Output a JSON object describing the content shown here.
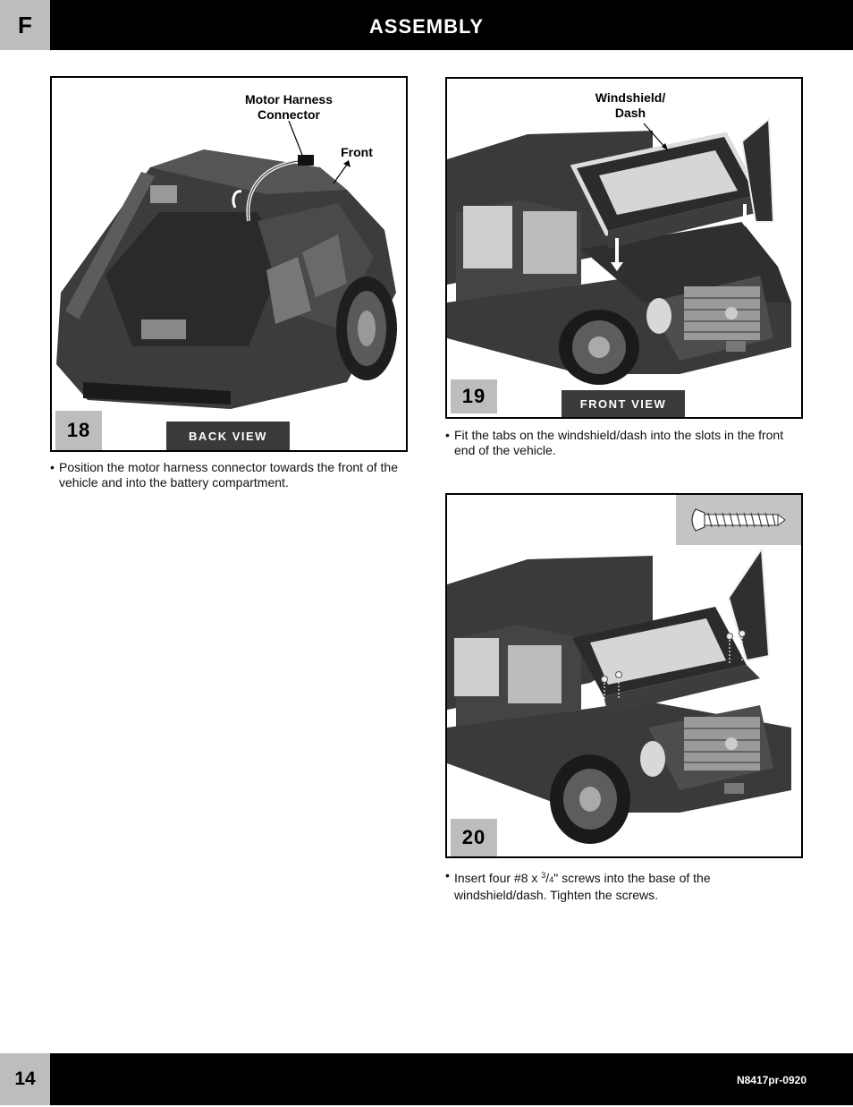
{
  "header": {
    "section": "F",
    "title": "ASSEMBLY"
  },
  "footer": {
    "page_number": "14",
    "doc_code": "N8417pr-0920"
  },
  "steps": [
    {
      "number": "18",
      "view_label": "BACK VIEW",
      "callouts": [
        "Motor Harness\nConnector",
        "Front"
      ],
      "caption": "Position the motor harness connector towards the front of the vehicle and into the battery compartment."
    },
    {
      "number": "19",
      "view_label": "FRONT VIEW",
      "callouts": [
        "Windshield/\nDash"
      ],
      "caption": "Fit the tabs on the windshield/dash into the slots in the front end of the vehicle."
    },
    {
      "number": "20",
      "caption_pre": "Insert four #8 x ",
      "caption_num": "3",
      "caption_den": "4",
      "caption_post": "\" screws into the base of the windshield/dash. Tighten the screws.",
      "screw_icon": "screw-icon"
    }
  ],
  "bullet": "•"
}
